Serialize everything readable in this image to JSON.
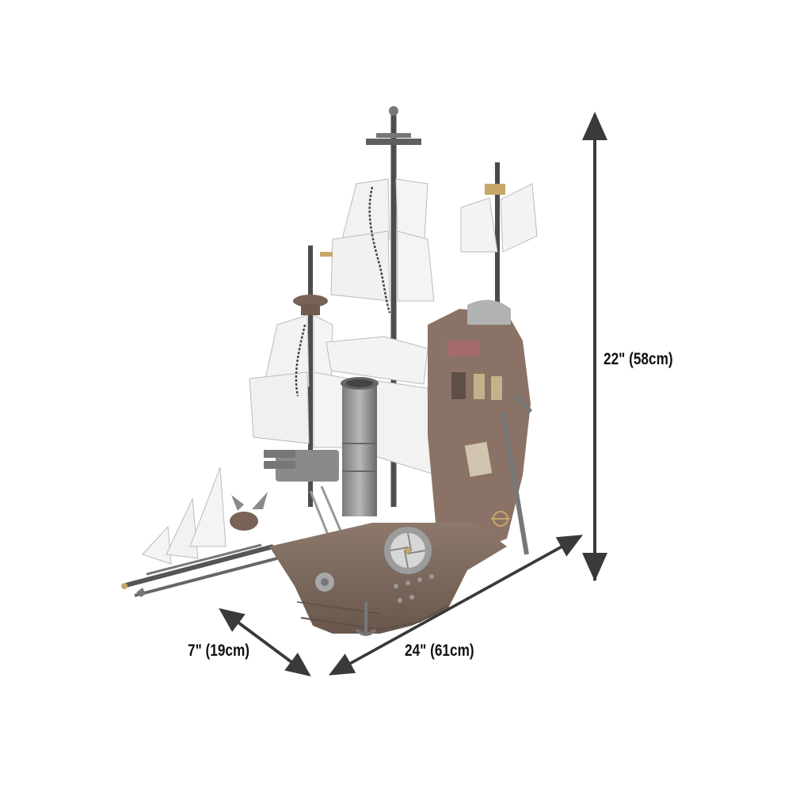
{
  "image": {
    "subject": "brick-built steampunk pirate ship model",
    "background": "#ffffff"
  },
  "dimensions": {
    "height": {
      "label": "22\" (58cm)",
      "arrow_color": "#3a3a3a"
    },
    "length": {
      "label": "24\" (61cm)",
      "arrow_color": "#3a3a3a"
    },
    "width": {
      "label": "7\" (19cm)",
      "arrow_color": "#3a3a3a"
    }
  },
  "colors": {
    "hull": "#7d6a5e",
    "hull_dark": "#5e4e45",
    "sail": "#f4f4f4",
    "sail_edge": "#b9b9b9",
    "metal": "#8a8a8a",
    "metal_dark": "#555555",
    "cabin": "#8a7366",
    "text": "#111111"
  }
}
